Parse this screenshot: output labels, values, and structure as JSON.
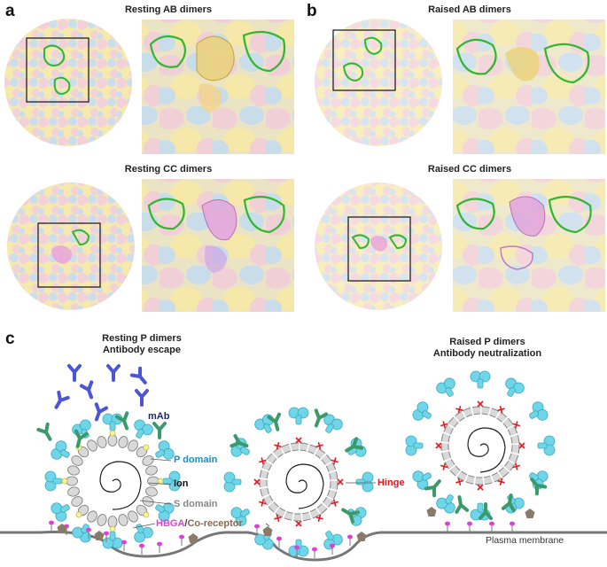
{
  "panel_letters": {
    "a": "a",
    "b": "b",
    "c": "c"
  },
  "panel_a": {
    "top_title": "Resting AB dimers",
    "bottom_title": "Resting CC dimers"
  },
  "panel_b": {
    "top_title": "Raised AB dimers",
    "bottom_title": "Raised CC dimers"
  },
  "panel_c": {
    "left_title_line1": "Resting P dimers",
    "left_title_line2": "Antibody escape",
    "right_title_line1": "Raised P dimers",
    "right_title_line2": "Antibody neutralization",
    "labels": {
      "mab": "mAb",
      "p_domain": "P domain",
      "ion": "Ion",
      "s_domain": "S domain",
      "hinge": "Hinge",
      "hbga": "HBGA",
      "slash": "/",
      "co_receptor": "Co-receptor",
      "plasma_membrane": "Plasma membrane"
    }
  },
  "colors": {
    "p_domain": "#6fd6ea",
    "s_domain": "#d9d9d9",
    "hinge": "#e8141e",
    "antibody_blue": "#4b55d6",
    "antibody_green": "#3a9a6a",
    "hbga": "#e040d8",
    "co_receptor": "#8a7a68",
    "ion": "#f7f3a0",
    "capsid_yellow": "#f6e8a8",
    "capsid_pink": "#f1cfd6",
    "capsid_blue": "#c9dcea",
    "fab_green": "#2fb82f"
  }
}
